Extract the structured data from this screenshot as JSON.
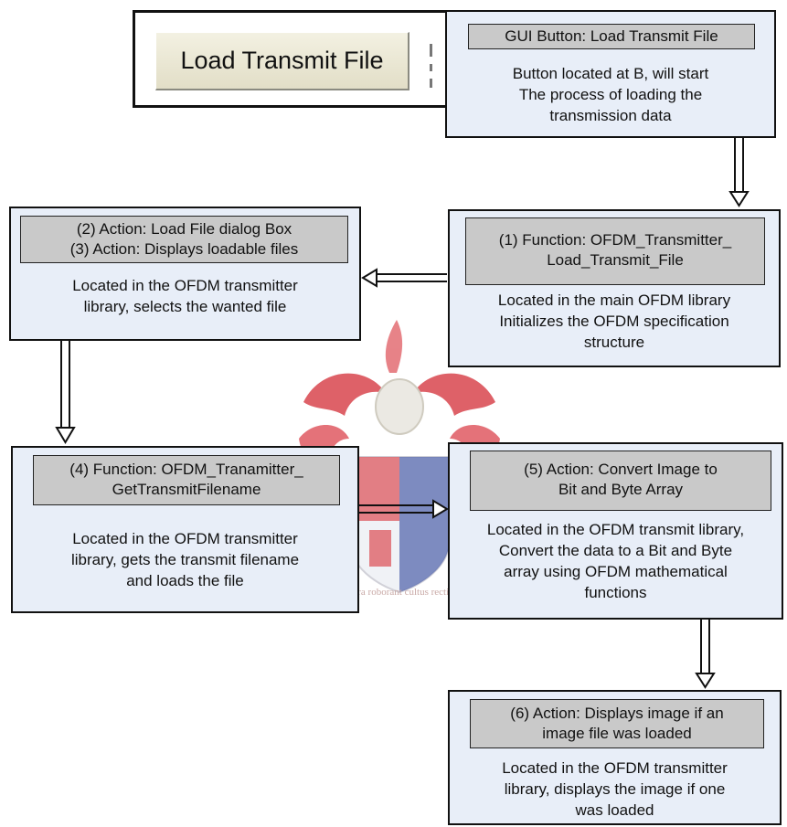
{
  "gui_button": {
    "label": "Load Transmit File"
  },
  "boxes": {
    "b0": {
      "header": [
        "GUI Button: Load Transmit File"
      ],
      "body": [
        "Button located at B, will start",
        "The process of loading the",
        "transmission data"
      ]
    },
    "b1": {
      "header": [
        "(1) Function: OFDM_Transmitter_",
        "Load_Transmit_File"
      ],
      "body": [
        "Located in the main OFDM library",
        "Initializes the OFDM specification",
        "structure"
      ]
    },
    "b2": {
      "header": [
        "(2) Action: Load File dialog Box",
        "(3) Action: Displays loadable files"
      ],
      "body": [
        "Located in the OFDM transmitter",
        "library, selects the wanted file"
      ]
    },
    "b4": {
      "header": [
        "(4) Function: OFDM_Tranamitter_",
        "GetTransmitFilename"
      ],
      "body": [
        "Located in the OFDM transmitter",
        "library, gets the transmit filename",
        "and loads the file"
      ]
    },
    "b5": {
      "header": [
        "(5) Action: Convert Image to",
        "Bit and Byte Array"
      ],
      "body": [
        "Located in the OFDM transmit library,",
        "Convert the data to a Bit and Byte",
        "array using OFDM mathematical",
        "functions"
      ]
    },
    "b6": {
      "header": [
        "(6) Action: Displays image if an",
        "image file was loaded"
      ],
      "body": [
        "Located in the OFDM transmitter",
        "library, displays the image if one",
        "was loaded"
      ]
    }
  },
  "watermark": {
    "motto": "Pectora roborant cultus recti"
  },
  "colors": {
    "box_fill": "#e8eef8",
    "header_fill": "#c9c9c9",
    "border": "#111111",
    "crest_red": "#d9464e",
    "crest_blue": "#3a4fa0"
  }
}
